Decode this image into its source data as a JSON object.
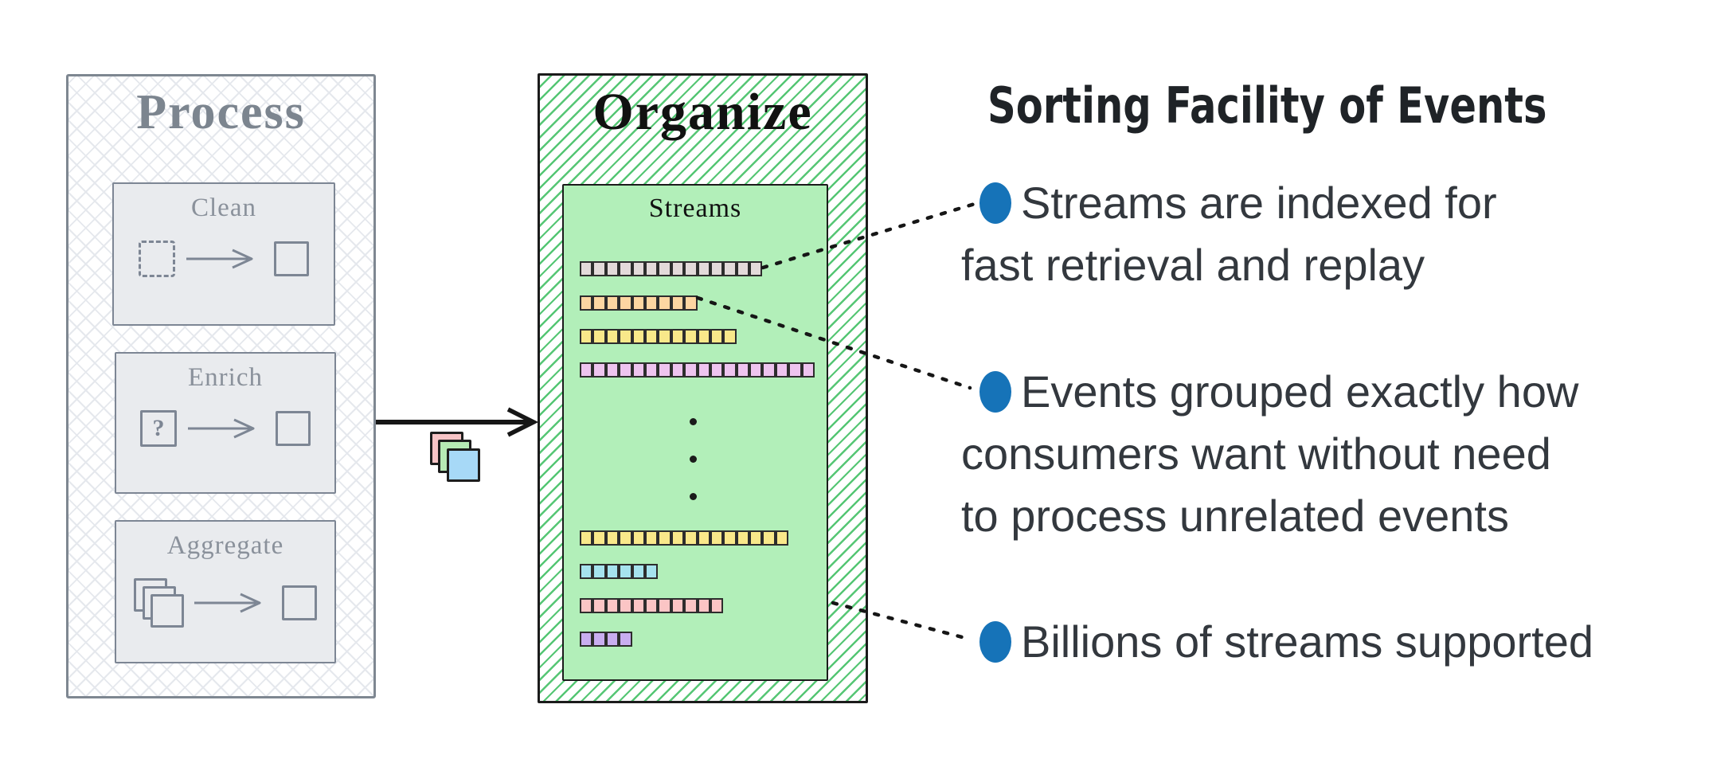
{
  "process_panel": {
    "title": "Process",
    "question_mark": "?",
    "border_color": "#7e8791",
    "steps": [
      {
        "label": "Clean",
        "icon": "dashed-square-to-square"
      },
      {
        "label": "Enrich",
        "icon": "question-square-to-square"
      },
      {
        "label": "Aggregate",
        "icon": "stacked-squares-to-square"
      }
    ]
  },
  "flow": {
    "stacked_squares_colors": [
      "#f7c4c6",
      "#b6eab4",
      "#a7d9f7"
    ]
  },
  "organize_panel": {
    "title": "Organize",
    "hatch_color": "#55c674",
    "streams_box": {
      "title": "Streams",
      "background": "#b2efb9",
      "rows": [
        {
          "color": "#e3dada",
          "count": 14
        },
        {
          "color": "#fcd6a2",
          "count": 9
        },
        {
          "color": "#f9e88a",
          "count": 12
        },
        {
          "color": "#eec4ef",
          "count": 18
        },
        {
          "color": "#f9e88a",
          "count": 16
        },
        {
          "color": "#a6e3ee",
          "count": 6
        },
        {
          "color": "#fbc5c5",
          "count": 11
        },
        {
          "color": "#c9aef0",
          "count": 4
        }
      ]
    }
  },
  "callouts": {
    "heading": "Sorting Facility of Events",
    "bullet_color": "#1673b8",
    "items": [
      {
        "lines": {
          "l1": "Streams are indexed for",
          "l2": "fast retrieval and replay"
        }
      },
      {
        "lines": {
          "l1": "Events grouped exactly how",
          "l2": "consumers want without need",
          "l3": "to process unrelated events"
        }
      },
      {
        "lines": {
          "l1": "Billions of streams supported"
        }
      }
    ]
  }
}
